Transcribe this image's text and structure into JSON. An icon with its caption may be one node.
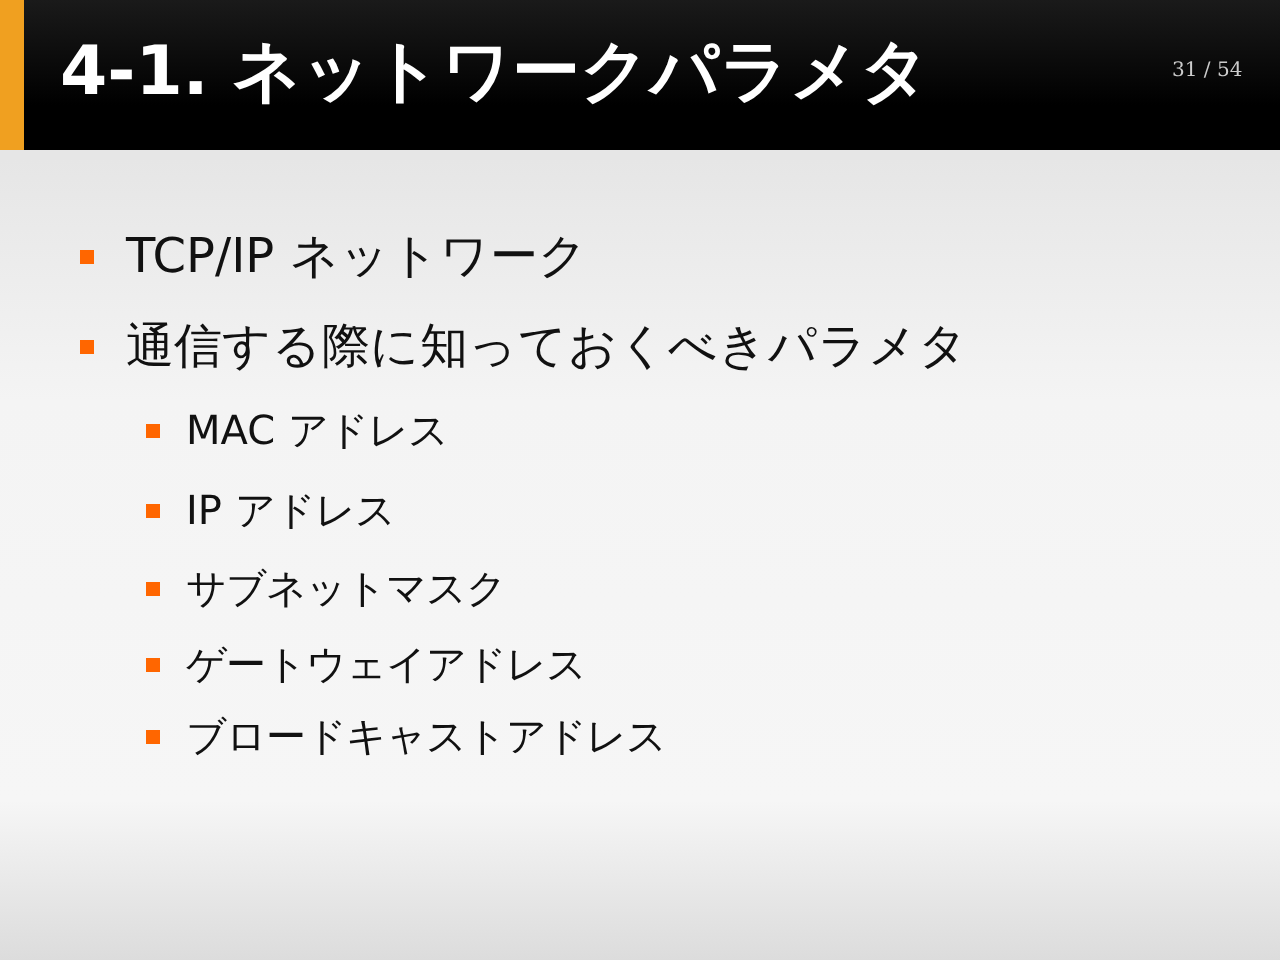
{
  "diagram": {
    "title": "4-1. ネットワークパラメタ",
    "labels": [
      "31 / 54",
      "TCP/IP ネットワーク",
      "通信する際に知っておくべきパラメタ",
      "MAC アドレス",
      "IP アドレス",
      "サブネットマスク",
      "ゲートウェイアドレス",
      "ブロードキャストアドレス"
    ]
  }
}
